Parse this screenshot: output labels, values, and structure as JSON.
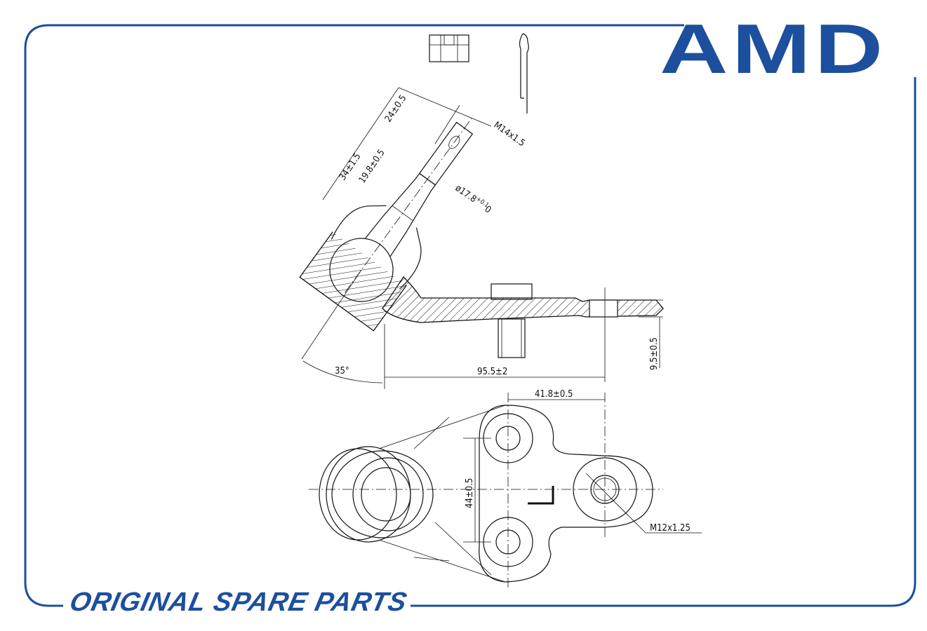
{
  "brand": {
    "logo": "AMD",
    "tagline": "ORIGINAL SPARE PARTS",
    "color": "#1c4f9e"
  },
  "dimensions": {
    "thread_length": "24±0.5",
    "stud_length": "34±1.5",
    "taper_length": "19.8±0.5",
    "thread": "M14x1.5",
    "taper_diameter": "ø17.8",
    "taper_tol_upper": "+0.1",
    "taper_tol_lower": "0",
    "angle": "35°",
    "arm_length": "95.5±2",
    "arm_height": "9.5±0.5",
    "hole_offset": "41.8±0.5",
    "hole_spacing": "44±0.5",
    "bolt_thread": "M12x1.25"
  }
}
